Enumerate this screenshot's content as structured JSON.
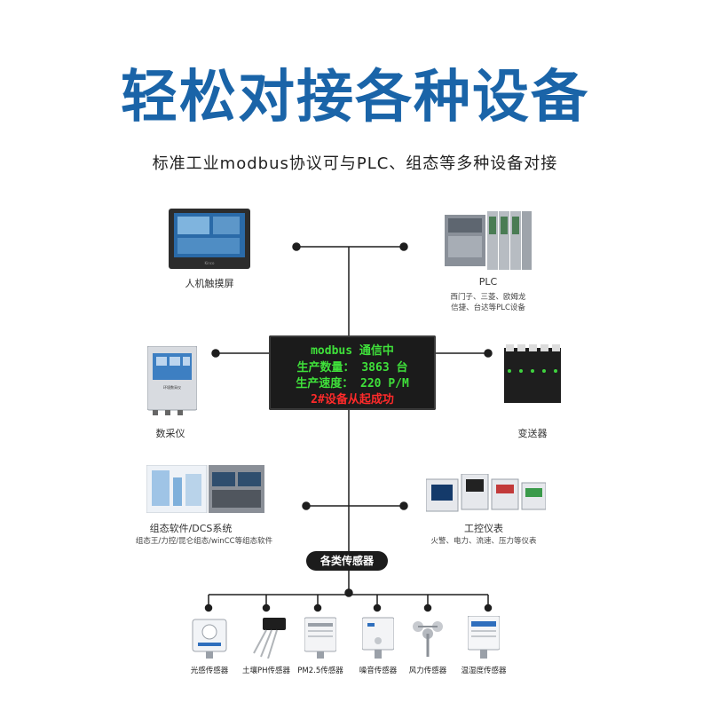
{
  "title": "轻松对接各种设备",
  "subtitle": "标准工业modbus协议可与PLC、组态等多种设备对接",
  "devices": {
    "hmi": {
      "label": "人机触摸屏",
      "brand": "Kinco"
    },
    "plc": {
      "label": "PLC",
      "desc": [
        "西门子、三菱、欧姆龙",
        "信捷、台达等PLC设备"
      ]
    },
    "collector": {
      "label": "数采仪",
      "screen_text": "环境数采仪"
    },
    "transmitter": {
      "label": "变送器"
    },
    "scada": {
      "label": "组态软件/DCS系统",
      "desc": "组态王/力控/昆仑组态/winCC等组态软件"
    },
    "meters": {
      "label": "工控仪表",
      "desc": "火警、电力、流速、压力等仪表"
    }
  },
  "led_display": {
    "lines": [
      "modbus 通信中",
      "生产数量：  3863 台",
      "生产速度：  220  P/M",
      "2#设备从起成功"
    ],
    "colors": [
      "#3fe03a",
      "#3fe03a",
      "#3fe03a",
      "#ff2a2a"
    ]
  },
  "sensors": {
    "group_label": "各类传感器",
    "items": [
      {
        "label": "光感传感器"
      },
      {
        "label": "土壤PH传感器"
      },
      {
        "label": "PM2.5传感器"
      },
      {
        "label": "噪音传感器"
      },
      {
        "label": "风力传感器"
      },
      {
        "label": "温湿度传感器"
      }
    ]
  },
  "colors": {
    "title": "#1a64a8",
    "line": "#1e1e1e"
  }
}
